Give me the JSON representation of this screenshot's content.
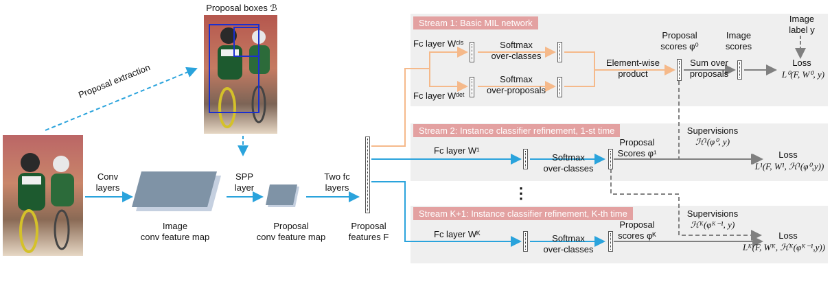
{
  "top_image": {
    "title": "Proposal boxes ℬ",
    "dashed_label": "Proposal extraction"
  },
  "left": {
    "conv_label": [
      "Conv",
      "layers"
    ],
    "image_fmap_label": [
      "Image",
      "conv feature map"
    ],
    "spp_label": [
      "SPP",
      "layer"
    ],
    "proposal_fmap_label": [
      "Proposal",
      "conv feature map"
    ],
    "two_fc_label": [
      "Two fc",
      "layers"
    ],
    "proposal_features_label": [
      "Proposal",
      "features F"
    ]
  },
  "stream1": {
    "title": "Stream 1: Basic MIL network",
    "fc_cls": "Fc layer  Wᶜˡˢ",
    "fc_det": "Fc layer  Wᵈᵉᵗ",
    "softmax_classes": [
      "Softmax",
      "over-classes"
    ],
    "softmax_proposals": [
      "Softmax",
      "over-proposals"
    ],
    "elementwise": [
      "Element-wise",
      "product"
    ],
    "proposal_scores": [
      "Proposal",
      "scores φ⁰"
    ],
    "sum_over": [
      "Sum over",
      "proposals"
    ],
    "image_scores": [
      "Image",
      "scores"
    ],
    "image_label": [
      "Image",
      "label y"
    ],
    "loss_title": "Loss",
    "loss_formula": "L⁰(F, W⁰, y)"
  },
  "stream2": {
    "title": "Stream 2: Instance classifier refinement, 1-st time",
    "fc": "Fc layer  W¹",
    "softmax": [
      "Softmax",
      "over-classes"
    ],
    "proposal_scores": [
      "Proposal",
      "Scores φ¹"
    ],
    "supervisions": [
      "Supervisions",
      "ℋ¹(φ⁰, y)"
    ],
    "loss_title": "Loss",
    "loss_formula": "L¹(F, W¹, ℋ¹(φ⁰,y))"
  },
  "ellipsis": "⋮",
  "streamK": {
    "title": "Stream K+1: Instance classifier refinement, K-th time",
    "fc": "Fc layer  Wᴷ",
    "softmax": [
      "Softmax",
      "over-classes"
    ],
    "proposal_scores": [
      "Proposal",
      "scores φᴷ"
    ],
    "supervisions": [
      "Supervisions",
      "ℋᴷ(φᴷ⁻¹, y)"
    ],
    "loss_title": "Loss",
    "loss_formula": "Lᴷ(F, Wᴷ, ℋᴷ(φᴷ⁻¹,y))"
  },
  "colors": {
    "blue": "#2aa3dc",
    "orange": "#f5b98a",
    "gray": "#808080",
    "fmap": "#7f93a6",
    "fmap_shadow": "#c5d0e0",
    "stream_title_bg": "#e3a1a1",
    "panel_bg": "#efefef",
    "box_blue": "#1a2fd0"
  }
}
